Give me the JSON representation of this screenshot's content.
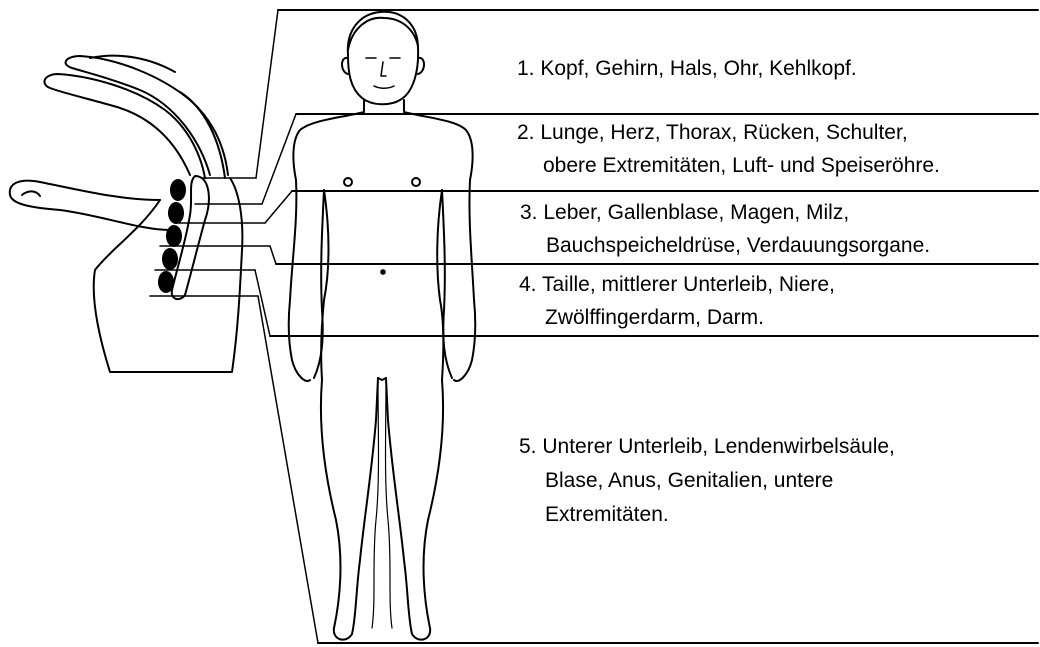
{
  "zones": [
    {
      "number": "1.",
      "line1": "1. Kopf, Gehirn, Hals, Ohr, Kehlkopf.",
      "line2": ""
    },
    {
      "number": "2.",
      "line1": "2. Lunge, Herz, Thorax, Rücken, Schulter,",
      "line2": "obere Extremitäten, Luft- und Speiseröhre."
    },
    {
      "number": "3.",
      "line1": "3. Leber, Gallenblase, Magen, Milz,",
      "line2": "Bauchspeicheldrüse, Verdauungsorgane."
    },
    {
      "number": "4.",
      "line1": "4. Taille, mittlerer Unterleib, Niere,",
      "line2": "Zwölffingerdarm, Darm."
    },
    {
      "number": "5.",
      "line1": "5. Unterer Unterleib, Lendenwirbelsäule,",
      "line2": "Blase, Anus, Genitalien, untere",
      "line3": "Extremitäten."
    }
  ],
  "colors": {
    "line": "#000000",
    "background": "#ffffff"
  },
  "icons": {
    "hand": "hand-icon",
    "body": "human-body-icon"
  }
}
